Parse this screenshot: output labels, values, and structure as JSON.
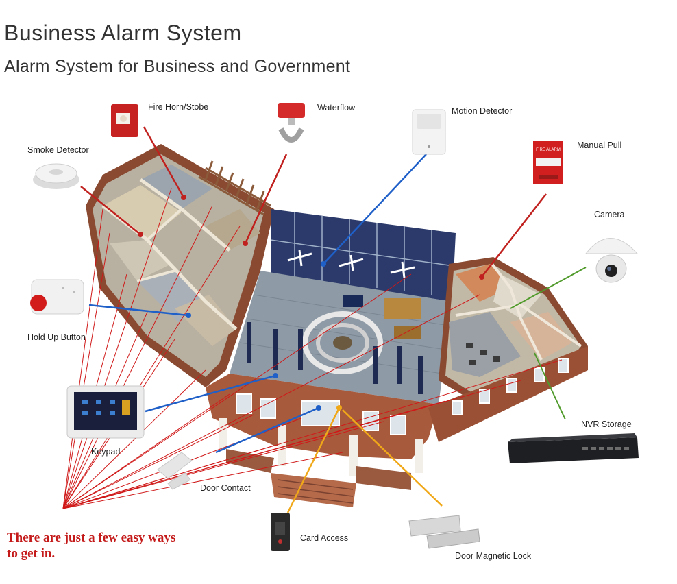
{
  "header": {
    "title": "Business Alarm System",
    "subtitle": "Alarm System for Business and Government"
  },
  "devices": {
    "fire_horn": "Fire Horn/Stobe",
    "waterflow": "Waterflow",
    "motion_detector": "Motion Detector",
    "smoke_detector": "Smoke Detector",
    "manual_pull": "Manual Pull",
    "camera": "Camera",
    "hold_up_button": "Hold Up Button",
    "keypad": "Keypad",
    "door_contact": "Door Contact",
    "card_access": "Card Access",
    "door_magnetic_lock": "Door Magnetic Lock",
    "nvr_storage": "NVR Storage"
  },
  "device_marks": {
    "manual_pull_sign": "FIRE ALARM"
  },
  "callout": {
    "line1": "There are just a few easy ways",
    "line2": "to get in."
  },
  "colors": {
    "fire_line": "#c0201e",
    "security_line": "#1f5fc8",
    "access_line": "#f0a818",
    "camera_line": "#4f9a2a",
    "entry_ray": "#d01818",
    "callout_text": "#c41a1a",
    "brick": "#a85a3c",
    "floor": "#8e9aa6"
  }
}
